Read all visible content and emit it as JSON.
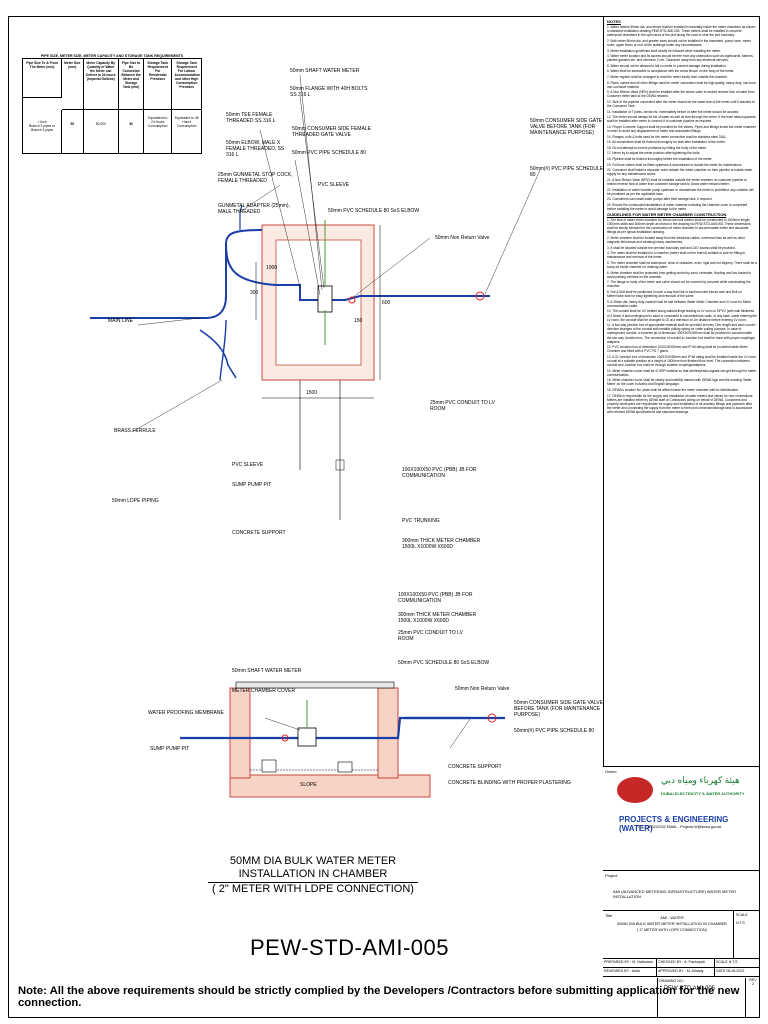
{
  "table": {
    "caption": "PIPE SIZE, METER SIZE, METER CAPACITY AND STORAGE TANK REQUIREMENTS",
    "headers": [
      "Pipe Size To & From The Meter (mm)",
      "Meter Size (mm)",
      "Meter Capacity By Quantity of Water the Meter can Deliver In 24 hours (Imperial Gallons)",
      "Pipe Size to Be Connected Between the Meter and Storage Tank (mm)",
      "Storage Tank Requirement For Residential Premises",
      "Storage Tank Requirement For Labour Accommodation and other High Consumption Premises"
    ],
    "row": [
      "> Inch\nBranch 2 pipes or Branch 3 pipes",
      "50",
      "80,000",
      "50",
      "Equivalent to 24 Hours Consumption",
      "Equivalent to 48 Hours Consumption"
    ]
  },
  "labels": {
    "l1": "50mm SHAFT WATER METER",
    "l2": "50mm FLANGE WITH 40H BOLTS SS 316 L",
    "l3": "50mm CONSUMER SIDE FEMALE THREADED GATE VALVE",
    "l4": "50mm CONSUMER SIDE GATE VALVE BEFORE TANK (FOR MAINTENANCE PURPOSE)",
    "l5": "50mm TEE FEMALE THREADED SS 316 L",
    "l6": "50mm PVC PIPE SCHEDULE 80",
    "l7": "50mm ELBOW, MALE X FEMALE THREADED, SS 316 L",
    "l8": "50mm(#) PVC PIPE SCHEDULE 80",
    "l9": "25mm GUNMETAL STOP COCK, FEMALE THREADED",
    "l10": "PVC SLEEVE",
    "l11": "GUNMETAL ADAPTER (25mm), MALE THREADED",
    "l12": "50mm PVC SCHEDULE 80 SxS ELBOW",
    "l13": "50mm Non Return Valve",
    "l14": "MAIN LINE",
    "l15": "25mm PVC CONDUIT TO LV ROOM",
    "l16": "BRASS FERRULE",
    "l17": "PVC SLEEVE",
    "l18": "SUMP PUMP PIT",
    "l19": "100X100X50 PVC (PBB) JB FOR COMMUNICATION",
    "l20": "50mm LDPE PIPING",
    "l21": "PVC TRUNKING",
    "l22": "CONCRETE SUPPORT",
    "l23": "300mm THICK METER CHAMBER 1500L X1000W X600D",
    "l24": "100X100X50 PVC (PBB) JB FOR COMMUNICATION",
    "l25": "300mm THICK METER CHAMBER 1500L X1000W X600D",
    "l26": "25mm PVC CONDUIT TO LV ROOM",
    "l27": "50mm SHAFT WATER METER",
    "l28": "50mm PVC SCHEDULE 80 SxS ELBOW",
    "l29": "METER CHAMBER COVER",
    "l30": "50mm Non Return Valve",
    "l31": "WATER PROOFING MEMBRANE",
    "l32": "50mm CONSUMER SIDE GATE VALVE BEFORE TANK (FOR MAINTENANCE PURPOSE)",
    "l33": "50mm(#) PVC PIPE SCHEDULE 80",
    "l34": "SUMP PUMP PIT",
    "l35": "CONCRETE SUPPORT",
    "l36": "CONCRETE BLINDING WITH PROPER PLASTERING",
    "l37": "SLOPE",
    "dim1": "1500",
    "dim2": "600",
    "dim3": "150",
    "dim4": "300",
    "dim5": "1000"
  },
  "drawing_title": "50MM DIA BULK WATER METER INSTALLATION IN CHAMBER",
  "drawing_subtitle": "( 2\" METER  WITH LDPE CONNECTION)",
  "drawing_code": "PEW-STD-AMI-005",
  "bottom_note": "Note: All the above requirements should be strictly complied by the Developers /Contractors before submitting application for the new connection.",
  "notes": {
    "heading": "NOTES",
    "items": [
      "1. Water meters 50mm dia. and above shall be installed horizontally inside the meter chambers as shown in standard installation drawing PEW-STD-AMI-005. These meters shall be installed in concrete waterproof chambers in the open area of the plot facing the road or near the plot boundary.",
      "2. Bulk meter 50mm dia. and greater sizes should not be installed in the basement, pump room, meter room, upper floors or roof of the buildings under any circumstances.",
      "3. Meter installation guidelines shall strictly be followed while installing the meter.",
      "4. Water meter location and its access should be free from any obstruction such as signboards, barriers, planted gardens etc. and minimum 2 mtr. Clearance away from any electrical services.",
      "5. Water should not be allowed to fall on meter to prevent damage during installation.",
      "6. Water shall be accessible to acceptance with the arrow shown on the body of the meter.",
      "7. Meter register shall be arranged to read the meter easily from outside the chamber.",
      "8. Pipes, valves and all other fittings used for meter connection shall be high quality, heavy duty, non-toxic, non-corrosive material.",
      "9. A Non-Return Valve (NRV) shall be installed after the above valve to restrict reverse flow of water from Customer meter tank to the DEWA network.",
      "10. Size of the pipeline connected after the meter should be the same size of the meter until it reaches to the Consumer Tank.",
      "11. Installation of T joints, bends etc. immediately before or after the meter should be avoided.",
      "12. The meter should always be full of water as well as flow through the meter. If the level raised upwards shall be installed after meter to connect it to customer pipeline as required.",
      "13. Proper Concrete Support shall be provided for the Valves, Pipes and fittings inside the meter chamber in order to avoid any displacement of meter and associated fittings.",
      "14. Flanges, nuts & bolts used for the meter connection shall be stainless steel 316L.",
      "15. All connections shall be flushed thoroughly for leak after installation of the meter.",
      "16. Do not attempt to correct problems by hitting the body of the meter.",
      "17. Never try to adjust the meter position after tightening the bolts.",
      "18. Pipeline shall be flushed thoroughly before the installation of the meter.",
      "19. Full bore valves shall be fitted upstream & downstream to isolate the meter for maintenance.",
      "20. Consumer shall install a separate valve outside the meter chamber on their pipeline to isolate water supply for any maintenance works.",
      "21. A Non-Return Valve (NRV) shall be installed outside the meter chamber on customer pipeline to restrict reverse flow of water from customer storage tank to Dewa water network/meter.",
      "22. Installation of water booster pump upstream or downstream the meter is prohibited, any violation will be penalized as per the applicable laws.",
      "23. Consumers can install water pumps after their storage tank, if required.",
      "24. Ensure the construction/installation of meter chamber including the chamber cover is completed before installing the meter to avoid damage to the meter."
    ],
    "heading2": "GUIDELINES FOR WATER METER CHAMBER CONSTRUCTION",
    "items2": [
      "1. The size of water meter chamber for 50mm dia bulk meters shall be constructed in 1500mm length, 1000mm width and 600mm depth as shown in the drawing No PEW-STD-AMI-005. These dimensions shall be strictly followed for the construction of meter chamber to accommodate meter and associate fittings as per typical installation drawing.",
      "2. Meter chamber shall be located away from the electrical cables, overhead lines as well as other magnetic field areas and vibrating heavy machineries.",
      "3. It shall be situated outside the premise boundary wall and 24/7 access shall be provided.",
      "4. The meter shall be installed in a chamber (meter shall not be buried) suitable in size for fitting in, maintenance and removal of the meter.",
      "5. The meter chamber shall be waterproof, clear of obstacles, even, rigid and not slippery. There shall be a sump pit inside chamber for draining water.",
      "6. Meter chamber shall be protected from getting buried by sand, rainwater, flooding and low loaded to avoid parking vehicles on the chamber.",
      "7. The flange or body of the meter and valve should not be covered by concrete while constructing the chamber.",
      "8. Nut & Bolt shall be positioned in such a way that Nut or stud/concrete blocks side and Bolt on Meter/Valve side for easy tightening and removal of the same.",
      "9. A 25mm dia. heavy duty conduit shall be laid between Water Meter Chamber and LV room for Meter communication cable.",
      "10. The conduit shall be UV treated along walls/ceilings leading to LV room or DPVC (with wall thickness of 2.8mm) if laid underground in sand or concealed in concrete/block walls. In any case, cable entering the LV room, the conduit shall be changed to GI at a minimum of 1m distance before entering LV room.",
      "11. A two way junction box of appropriate material shall be provided at every 15m length and each corner/ direction changes of the conduit with metallic pulling spring for cable pulling purpose. In case of underground conduit, a concrete pit of dimension 300X300X300mm shall be provided to accommodate the two way Junction box. The connection of conduit to Junction box shall be done with proper couplings/ adapters.",
      "12. PVC Junction box of dimension 100X100X50mm and IP 66 rating shall be provided inside Meter Chamber and fitted with a PVC PG 7 gland.",
      "13. A GI Junction box of dimension 100X100X50mm and IP 66 rating shall be installed inside the LV room on wall at a suitable position at a height of 1500mm from finished floor level. The connection between conduit and Junction box shall be through suitable couplings/adapters.",
      "14. Meter chamber cover shall be of GRP material so that wireless/radio signals can get through for meter communication.",
      "15. Meter chamber cover shall be clearly and indelibly marked with DEWA logo and the wording 'Water Meter' on the cover in Arabic and English language.",
      "16. DEWA's location No. plate shall be affixed inside the meter chamber wall for identification.",
      "17. DEWA is responsible for the supply and installation of water meters and valves for new connections. Meters are installed either by DEWA staff or Contractors acting on behalf of DEWA. Customers and property developers are responsible for supply and installation of all ancillary fittings and pipework after the meter and connecting the supply from the meter to their plot connection/storage tank in accordance with relevant DEWA specifications and standard drawings."
    ]
  },
  "title_block": {
    "company_en": "DUBAI ELECTRICITY & WATER AUTHORITY",
    "company_ar": "هيئة كهرباء ومياه دبي",
    "dept": "PROJECTS & ENGINEERING (WATER)",
    "contact": "TEL : 04-3222332  EMAIL : Projects.W@dewa.gov.ae",
    "project_label": "Project",
    "project": "AMI (ADVANCED METERING INFRASTRUCTURE) WATER METER INSTALLATION",
    "title_label": "Title",
    "title_line0": "AMI - WATER",
    "title_line1": "50MM DIA BULK WATER METER INSTALLATION IN CHAMBER",
    "title_line2": "( 2\" METER WITH LDPE CONNECTION)",
    "scale_label": "SCALE",
    "scale": "N.T.S",
    "prepared_label": "PREPARED BY :",
    "prepared": "M. Nathuram",
    "checked_label": "CHECKED BY :",
    "checked": "A. Pashupati",
    "reviewed_label": "REVIEWED BY :",
    "reviewed": "Anila",
    "approved_label": "APPROVED BY :",
    "approved": "M. Almady",
    "date_label": "DATE",
    "date": "06.05.2023",
    "drawing_no_label": "DRAWING NO :",
    "drawing_no": "PEW STD AMI 005",
    "rev_label": "REV",
    "rev": "2"
  }
}
